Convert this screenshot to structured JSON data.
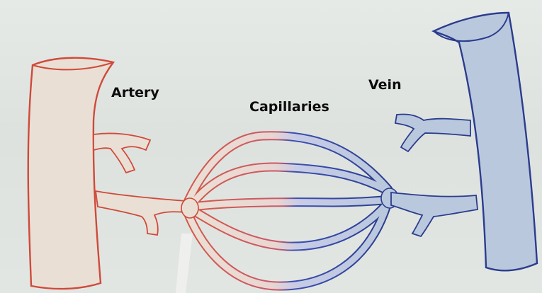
{
  "labels": {
    "artery": "Artery",
    "capillaries": "Capillaries",
    "vein": "Vein"
  },
  "colors": {
    "artery_outline": "#cf4a3a",
    "artery_fill": "#eadfd5",
    "vein_outline": "#2b3c8e",
    "vein_fill": "#b9c8dd",
    "paper": "#e2e6e3"
  }
}
